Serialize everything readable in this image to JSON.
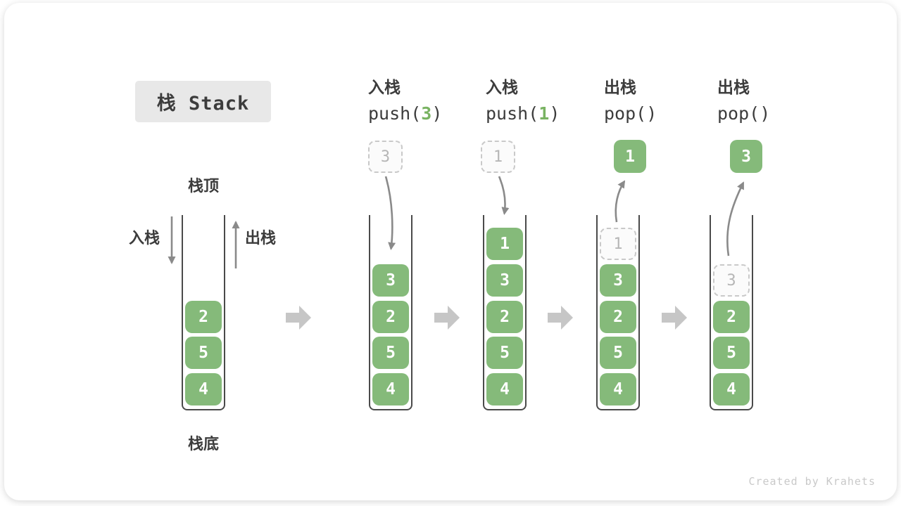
{
  "title": "栈 Stack",
  "watermark": "Created by Krahets",
  "labels": {
    "stack_top": "栈顶",
    "stack_bottom": "栈底",
    "push": "入栈",
    "pop": "出栈"
  },
  "operations": [
    {
      "name": "入栈",
      "code_pre": "push(",
      "arg": "3",
      "code_post": ")"
    },
    {
      "name": "入栈",
      "code_pre": "push(",
      "arg": "1",
      "code_post": ")"
    },
    {
      "name": "出栈",
      "code_pre": "pop(",
      "arg": "",
      "code_post": ")"
    },
    {
      "name": "出栈",
      "code_pre": "pop(",
      "arg": "",
      "code_post": ")"
    }
  ],
  "stacks": {
    "s1": {
      "blocks": [
        "2",
        "5",
        "4"
      ]
    },
    "s2": {
      "incoming": "3",
      "blocks": [
        "3",
        "2",
        "5",
        "4"
      ]
    },
    "s3": {
      "incoming": "1",
      "blocks": [
        "1",
        "3",
        "2",
        "5",
        "4"
      ]
    },
    "s4": {
      "outgoing": "1",
      "ghost": "1",
      "blocks": [
        "3",
        "2",
        "5",
        "4"
      ]
    },
    "s5": {
      "outgoing": "3",
      "ghost": "3",
      "blocks": [
        "2",
        "5",
        "4"
      ]
    }
  },
  "colors": {
    "block_green": "#85ba7a",
    "arg_green": "#79b362",
    "curve_arrow_gray": "#8a8a8a",
    "flow_arrow_gray": "#c6c6c6",
    "ghost_border": "#c9c9c9",
    "ghost_text": "#b6b6b6",
    "wall_dark": "#4a4a4a",
    "title_bg": "#e8e8e8",
    "text_dark": "#3c3c3c",
    "watermark_gray": "#c9c9c9"
  }
}
